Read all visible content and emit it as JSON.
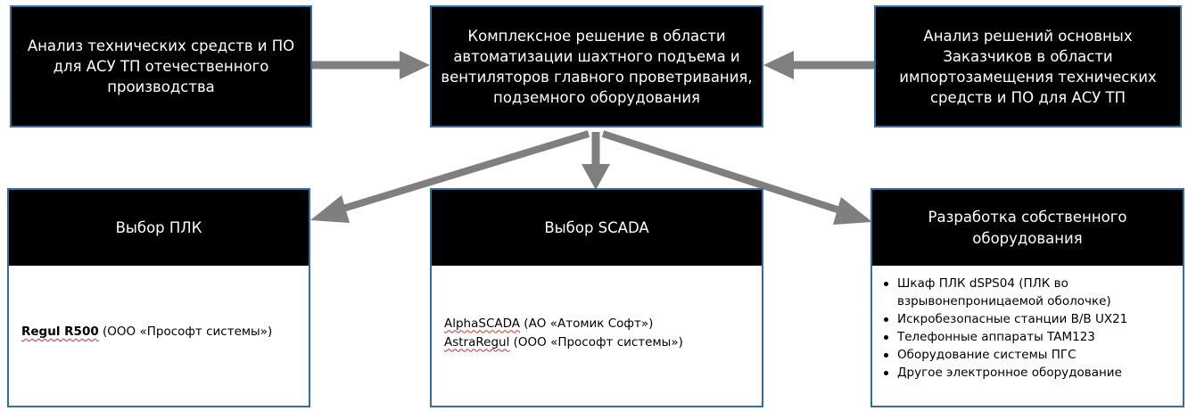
{
  "top_row": {
    "left_box": "Анализ технических средств и ПО для АСУ ТП отечественного производства",
    "center_box": "Комплексное решение в области автоматизации шахтного подъема и вентиляторов главного проветривания, подземного оборудования",
    "right_box": "Анализ решений основных Заказчиков в области импортозамещения технических средств и ПО для АСУ ТП"
  },
  "bottom_row": {
    "plc": {
      "title": "Выбор ПЛК",
      "items": [
        {
          "name": "Regul R500",
          "vendor": " (ООО «Прософт системы»)"
        }
      ]
    },
    "scada": {
      "title": "Выбор SCADA",
      "items": [
        {
          "name": "AlphaSCADA",
          "vendor": " (АО «Атомик Софт»)"
        },
        {
          "name": "AstraRegul",
          "vendor": " (ООО «Прософт системы»)"
        }
      ]
    },
    "own_hw": {
      "title": "Разработка собственного оборудования",
      "items": [
        "Шкаф ПЛК dSPS04 (ПЛК во взрывонепроницаемой оболочке)",
        "Искробезопасные станции В/В UX21",
        "Телефонные аппараты TAM123",
        "Оборудование системы ПГС",
        "Другое электронное оборудование"
      ]
    }
  },
  "colors": {
    "box_fill": "#000000",
    "box_border": "#2f6fa3",
    "arrow": "#7f7f7f",
    "spellcheck_underline": "#d0312d"
  }
}
